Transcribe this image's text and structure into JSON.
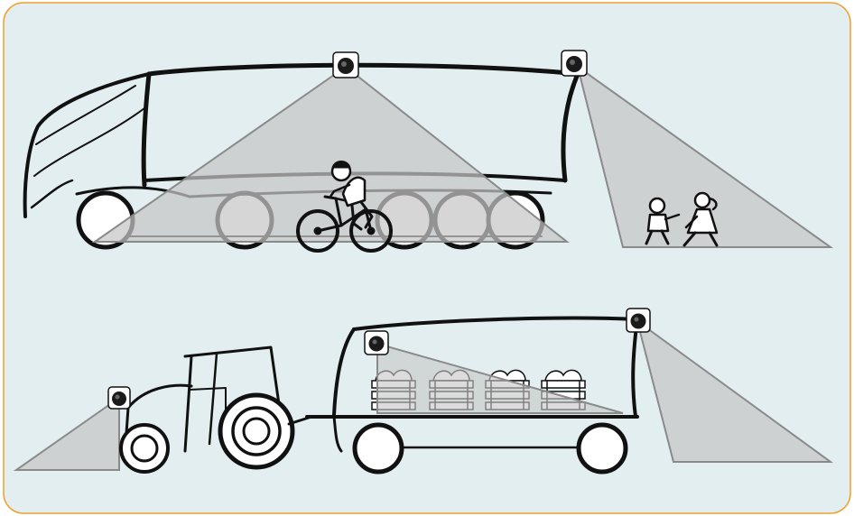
{
  "colors": {
    "background": "#e3eef1",
    "frame": "#f0a030",
    "coverage_fill": "#c6c6c6",
    "coverage_stroke": "#8a8a8a",
    "line": "#111111",
    "camera_body": "#ffffff",
    "camera_lens": "#1a1a1a"
  },
  "scene": {
    "truck": {
      "cameras": [
        "camera-icon",
        "camera-icon"
      ],
      "subjects": [
        "cyclist",
        "children-walking"
      ]
    },
    "tractor_trailer": {
      "cameras": [
        "camera-icon",
        "camera-icon",
        "camera-icon"
      ],
      "cargo": [
        "vegetable-crate",
        "vegetable-crate",
        "vegetable-crate",
        "vegetable-crate"
      ]
    }
  }
}
